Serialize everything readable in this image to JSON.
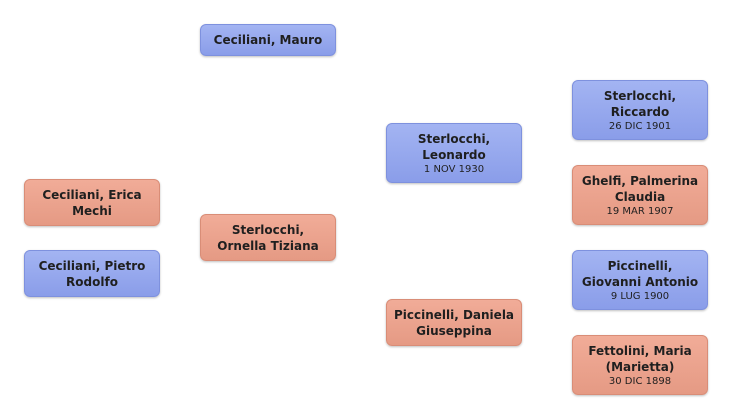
{
  "people": {
    "mauro": {
      "name": "Ceciliani, Mauro",
      "date": ""
    },
    "erica": {
      "name": "Ceciliani, Erica Mechi",
      "date": ""
    },
    "pietro": {
      "name": "Ceciliani, Pietro Rodolfo",
      "date": ""
    },
    "ornella": {
      "name": "Sterlocchi, Ornella Tiziana",
      "date": ""
    },
    "leonardo": {
      "name": "Sterlocchi, Leonardo",
      "date": "1 NOV 1930"
    },
    "daniela": {
      "name": "Piccinelli, Daniela Giuseppina",
      "date": ""
    },
    "riccardo": {
      "name": "Sterlocchi, Riccardo",
      "date": "26 DIC 1901"
    },
    "palmerina": {
      "name": "Ghelfi, Palmerina Claudia",
      "date": "19 MAR 1907"
    },
    "giovanni": {
      "name": "Piccinelli, Giovanni Antonio",
      "date": "9 LUG 1900"
    },
    "maria": {
      "name": "Fettolini, Maria (Marietta)",
      "date": "30 DIC 1898"
    }
  },
  "colors": {
    "male": "#8a9de9",
    "female": "#e59a84"
  }
}
